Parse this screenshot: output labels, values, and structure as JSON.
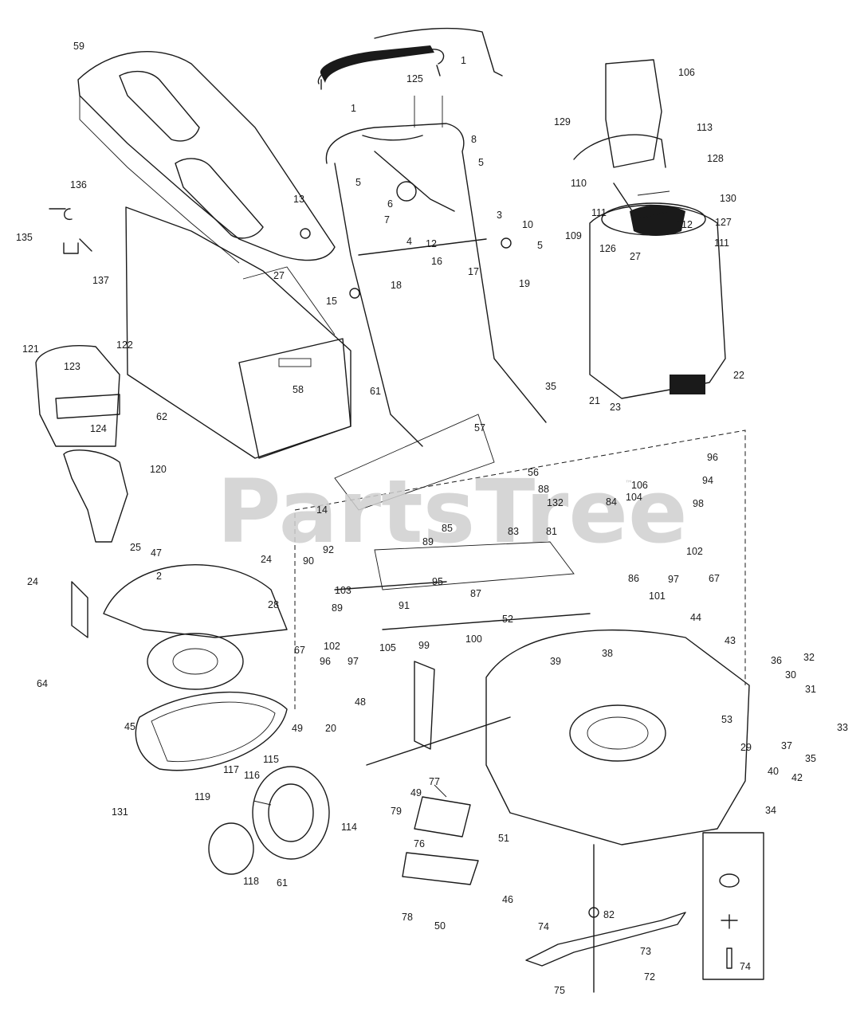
{
  "watermark": {
    "text": "PartsTree",
    "trademark": "™"
  },
  "part_labels": [
    {
      "id": "59-top",
      "text": "59"
    },
    {
      "id": "1a",
      "text": "1"
    },
    {
      "id": "1b",
      "text": "1"
    },
    {
      "id": "125",
      "text": "125"
    },
    {
      "id": "106-top",
      "text": "106"
    },
    {
      "id": "129",
      "text": "129"
    },
    {
      "id": "113",
      "text": "113"
    },
    {
      "id": "128",
      "text": "128"
    },
    {
      "id": "110",
      "text": "110"
    },
    {
      "id": "130",
      "text": "130"
    },
    {
      "id": "111a",
      "text": "111"
    },
    {
      "id": "112",
      "text": "112"
    },
    {
      "id": "127",
      "text": "127"
    },
    {
      "id": "109",
      "text": "109"
    },
    {
      "id": "111b",
      "text": "111"
    },
    {
      "id": "126",
      "text": "126"
    },
    {
      "id": "27-top",
      "text": "27"
    },
    {
      "id": "8",
      "text": "8"
    },
    {
      "id": "5a",
      "text": "5"
    },
    {
      "id": "5b",
      "text": "5"
    },
    {
      "id": "5c",
      "text": "5"
    },
    {
      "id": "13",
      "text": "13"
    },
    {
      "id": "6",
      "text": "6"
    },
    {
      "id": "7",
      "text": "7"
    },
    {
      "id": "3",
      "text": "3"
    },
    {
      "id": "10",
      "text": "10"
    },
    {
      "id": "4",
      "text": "4"
    },
    {
      "id": "12",
      "text": "12"
    },
    {
      "id": "16",
      "text": "16"
    },
    {
      "id": "17",
      "text": "17"
    },
    {
      "id": "19",
      "text": "19"
    },
    {
      "id": "15",
      "text": "15"
    },
    {
      "id": "18",
      "text": "18"
    },
    {
      "id": "136",
      "text": "136"
    },
    {
      "id": "135",
      "text": "135"
    },
    {
      "id": "137",
      "text": "137"
    },
    {
      "id": "27-bag",
      "text": "27"
    },
    {
      "id": "121",
      "text": "121"
    },
    {
      "id": "122",
      "text": "122"
    },
    {
      "id": "123",
      "text": "123"
    },
    {
      "id": "124",
      "text": "124"
    },
    {
      "id": "62",
      "text": "62"
    },
    {
      "id": "58",
      "text": "58"
    },
    {
      "id": "61-bag",
      "text": "61"
    },
    {
      "id": "22",
      "text": "22"
    },
    {
      "id": "21",
      "text": "21"
    },
    {
      "id": "23",
      "text": "23"
    },
    {
      "id": "35",
      "text": "35"
    },
    {
      "id": "57",
      "text": "57"
    },
    {
      "id": "120",
      "text": "120"
    },
    {
      "id": "56",
      "text": "56"
    },
    {
      "id": "88",
      "text": "88"
    },
    {
      "id": "132",
      "text": "132"
    },
    {
      "id": "96a",
      "text": "96"
    },
    {
      "id": "94",
      "text": "94"
    },
    {
      "id": "106",
      "text": "106"
    },
    {
      "id": "84",
      "text": "84"
    },
    {
      "id": "104",
      "text": "104"
    },
    {
      "id": "98",
      "text": "98"
    },
    {
      "id": "14",
      "text": "14"
    },
    {
      "id": "85",
      "text": "85"
    },
    {
      "id": "83",
      "text": "83"
    },
    {
      "id": "81",
      "text": "81"
    },
    {
      "id": "89a",
      "text": "89"
    },
    {
      "id": "92",
      "text": "92"
    },
    {
      "id": "90",
      "text": "90"
    },
    {
      "id": "102a",
      "text": "102"
    },
    {
      "id": "97a",
      "text": "97"
    },
    {
      "id": "67a",
      "text": "67"
    },
    {
      "id": "25",
      "text": "25"
    },
    {
      "id": "47",
      "text": "47"
    },
    {
      "id": "24-top",
      "text": "24"
    },
    {
      "id": "2",
      "text": "2"
    },
    {
      "id": "24-left",
      "text": "24"
    },
    {
      "id": "103",
      "text": "103"
    },
    {
      "id": "95",
      "text": "95"
    },
    {
      "id": "87",
      "text": "87"
    },
    {
      "id": "86",
      "text": "86"
    },
    {
      "id": "101",
      "text": "101"
    },
    {
      "id": "89b",
      "text": "89"
    },
    {
      "id": "91",
      "text": "91"
    },
    {
      "id": "52",
      "text": "52"
    },
    {
      "id": "28",
      "text": "28"
    },
    {
      "id": "67b",
      "text": "67"
    },
    {
      "id": "102b",
      "text": "102"
    },
    {
      "id": "105",
      "text": "105"
    },
    {
      "id": "99",
      "text": "99"
    },
    {
      "id": "100",
      "text": "100"
    },
    {
      "id": "96b",
      "text": "96"
    },
    {
      "id": "97b",
      "text": "97"
    },
    {
      "id": "44",
      "text": "44"
    },
    {
      "id": "43",
      "text": "43"
    },
    {
      "id": "39",
      "text": "39"
    },
    {
      "id": "38",
      "text": "38"
    },
    {
      "id": "36",
      "text": "36"
    },
    {
      "id": "32",
      "text": "32"
    },
    {
      "id": "30",
      "text": "30"
    },
    {
      "id": "31",
      "text": "31"
    },
    {
      "id": "20",
      "text": "20"
    },
    {
      "id": "64",
      "text": "64"
    },
    {
      "id": "45",
      "text": "45"
    },
    {
      "id": "48",
      "text": "48"
    },
    {
      "id": "49a",
      "text": "49"
    },
    {
      "id": "53",
      "text": "53"
    },
    {
      "id": "33",
      "text": "33"
    },
    {
      "id": "29",
      "text": "29"
    },
    {
      "id": "37",
      "text": "37"
    },
    {
      "id": "35b",
      "text": "35"
    },
    {
      "id": "40",
      "text": "40"
    },
    {
      "id": "42",
      "text": "42"
    },
    {
      "id": "34",
      "text": "34"
    },
    {
      "id": "115",
      "text": "115"
    },
    {
      "id": "117",
      "text": "117"
    },
    {
      "id": "116",
      "text": "116"
    },
    {
      "id": "119",
      "text": "119"
    },
    {
      "id": "131",
      "text": "131"
    },
    {
      "id": "114",
      "text": "114"
    },
    {
      "id": "118",
      "text": "118"
    },
    {
      "id": "61-wheel",
      "text": "61"
    },
    {
      "id": "77",
      "text": "77"
    },
    {
      "id": "49b",
      "text": "49"
    },
    {
      "id": "79",
      "text": "79"
    },
    {
      "id": "76",
      "text": "76"
    },
    {
      "id": "51",
      "text": "51"
    },
    {
      "id": "46",
      "text": "46"
    },
    {
      "id": "78",
      "text": "78"
    },
    {
      "id": "50",
      "text": "50"
    },
    {
      "id": "82",
      "text": "82"
    },
    {
      "id": "74",
      "text": "74"
    },
    {
      "id": "73",
      "text": "73"
    },
    {
      "id": "72",
      "text": "72"
    },
    {
      "id": "75",
      "text": "75"
    },
    {
      "id": "74-box",
      "text": "74"
    }
  ]
}
